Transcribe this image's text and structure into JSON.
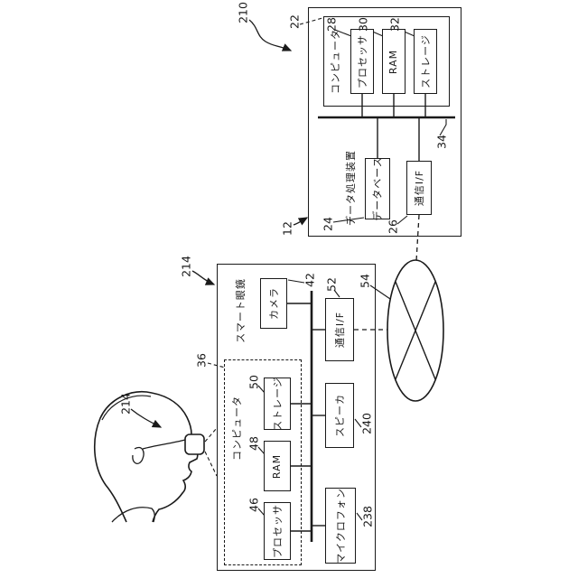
{
  "meta": {
    "background": "#ffffff",
    "ink": "#1a1a1a"
  },
  "system": {
    "ref": "210"
  },
  "server": {
    "ref": "12",
    "name": "データ処理装置",
    "computer": {
      "ref": "22",
      "name": "コンピュータ"
    },
    "processor": {
      "ref": "28",
      "name": "プロセッサ"
    },
    "ram": {
      "ref": "30",
      "name": "RAM"
    },
    "storage": {
      "ref": "32",
      "name": "ストレージ"
    },
    "bus": {
      "ref": "34"
    },
    "database": {
      "ref": "24",
      "name": "データベース"
    },
    "comm": {
      "ref": "26",
      "name": "通信I/F"
    }
  },
  "glasses": {
    "ref": "214",
    "name": "スマート眼鏡",
    "computer": {
      "ref": "36",
      "name": "コンピュータ"
    },
    "processor": {
      "ref": "46",
      "name": "プロセッサ"
    },
    "ram": {
      "ref": "48",
      "name": "RAM"
    },
    "storage": {
      "ref": "50",
      "name": "ストレージ"
    },
    "camera": {
      "ref": "42",
      "name": "カメラ"
    },
    "comm": {
      "ref": "52",
      "name": "通信I/F"
    },
    "speaker": {
      "ref": "240",
      "name": "スピーカ"
    },
    "microphone": {
      "ref": "238",
      "name": "マイクロフォン"
    }
  },
  "network": {
    "ref": "54"
  }
}
